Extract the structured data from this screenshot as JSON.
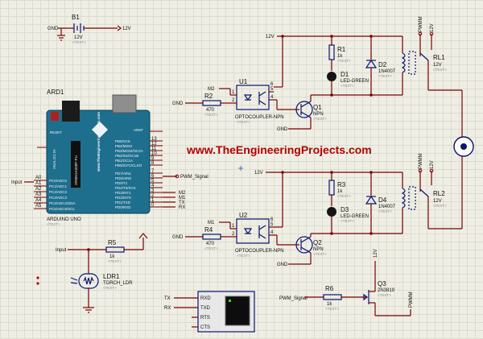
{
  "watermark": "www.TheEngineeringProjects.com",
  "battery": {
    "ref": "B1",
    "value": "12V",
    "text": "<TEXT>",
    "gnd": "GND",
    "out": "12V"
  },
  "arduino": {
    "ref": "ARD1",
    "name": "ARDUINO UNO",
    "text": "<TEXT>",
    "brand": "www.TheEngineeringProjects.com",
    "reset": "RESET",
    "aref": "AREF",
    "analog": "ANALOG IN",
    "atmega": "ATMEGA328P-PU",
    "analog_pins": [
      "A0",
      "A1",
      "A2",
      "A3",
      "A4",
      "A5"
    ],
    "analog_names": [
      "PC0/ADC0",
      "PC1/ADC1",
      "PC2/ADC2",
      "PC3/ADC3",
      "PC4/ADC4/SDA",
      "PC5/ADC5/SCL"
    ],
    "digital_pins": [
      "13",
      "12",
      "11",
      "10",
      "9",
      "8",
      "7",
      "6",
      "5",
      "4",
      "3",
      "2",
      "1",
      "0"
    ],
    "digital_names": [
      "PB5/SCK",
      "PB4/MISO",
      "PB3/MOSI/OC2A",
      "PB2/SS/OC1B",
      "PB1/OC1A",
      "PB0/ICP1/CLKO",
      "PD7/AIN1",
      "PD6/AIN0",
      "PD5/T1",
      "PD4/T0/XCK",
      "PD3/INT1",
      "PD2/INT0",
      "PD1/TXD",
      "PD0/RXD"
    ]
  },
  "input_label": "Input",
  "arduino_net_labels": {
    "pwm": "PWM_Signal",
    "m2": "M2",
    "m1": "M1",
    "tx": "TX",
    "rx": "RX"
  },
  "r5": {
    "ref": "R5",
    "value": "1k",
    "text": "<TEXT>"
  },
  "ldr": {
    "ref": "LDR1",
    "value": "TORCH_LDR",
    "text": "<TEXT>"
  },
  "terminal": {
    "pins": [
      "RXD",
      "TXD",
      "RTS",
      "CTS"
    ],
    "tx": "TX",
    "rx": "RX"
  },
  "q3_circuit": {
    "r6_ref": "R6",
    "r6_value": "1k",
    "text": "<TEXT>",
    "q_ref": "Q3",
    "q_value": "2N3819",
    "pwm": "PWM_Signal",
    "supply": "12V",
    "out": "PWMM"
  },
  "channels": [
    {
      "opto": "U1",
      "opto_name": "OPTOCOUPLER-NPN",
      "ctrl": "M2",
      "r_base": "R2",
      "r_base_value": "470",
      "transistor": "Q1",
      "transistor_type": "NPN",
      "r_led": "R1",
      "r_led_value": "1k",
      "led": "D1",
      "led_value": "LED-GREEN",
      "diode": "D2",
      "diode_value": "1N4007",
      "relay": "RL1",
      "relay_value": "12V",
      "supply": "12V",
      "gnd": "GND",
      "pwm": "PWMM",
      "text": "<TEXT>",
      "pins": [
        "1",
        "2",
        "4",
        "5",
        "6"
      ]
    },
    {
      "opto": "U2",
      "opto_name": "OPTOCOUPLER-NPN",
      "ctrl": "M1",
      "r_base": "R4",
      "r_base_value": "470",
      "transistor": "Q2",
      "transistor_type": "NPN",
      "r_led": "R3",
      "r_led_value": "1k",
      "led": "D3",
      "led_value": "LED-GREEN",
      "diode": "D4",
      "diode_value": "1N4007",
      "relay": "RL2",
      "relay_value": "12V",
      "supply": "12V",
      "gnd": "GND",
      "pwm": "PWMM",
      "text": "<TEXT>",
      "pins": [
        "1",
        "2",
        "4",
        "5",
        "6"
      ]
    }
  ]
}
